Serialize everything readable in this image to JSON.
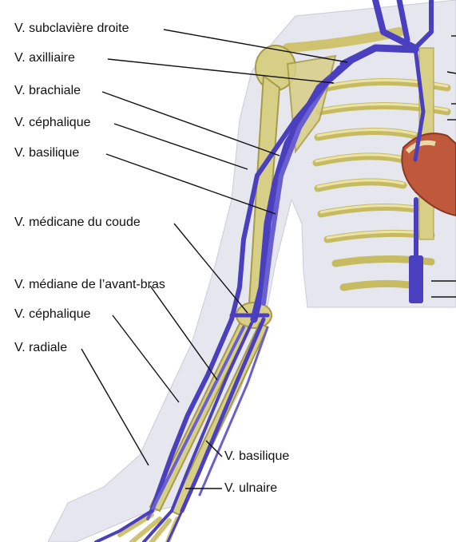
{
  "labels": {
    "subclaviere": "V. subclavière droite",
    "axillaire": "V. axilliaire",
    "brachiale": "V. brachiale",
    "cephalique_upper": "V. céphalique",
    "basilique_upper": "V. basilique",
    "medicane_coude": "V. médicane du coude",
    "mediane_avant_bras": "V. médiane de l’avant-bras",
    "cephalique_lower": "V. céphalique",
    "radiale": "V. radiale",
    "basilique_lower": "V. basilique",
    "ulnaire": "V. ulnaire"
  },
  "colors": {
    "vein": "#4a3fbf",
    "vein_light": "#7a6fd8",
    "bone": "#d8cf86",
    "bone_dark": "#a89b45",
    "skin": "#e6e7ee",
    "heart": "#c0583c",
    "leader": "#111111"
  }
}
